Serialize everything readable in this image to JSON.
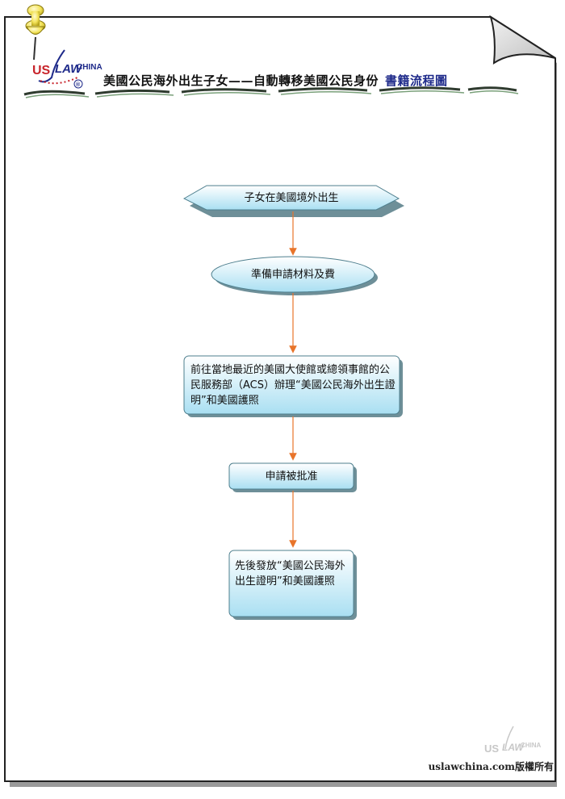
{
  "header": {
    "logo_us": "US",
    "logo_law": "LAW",
    "logo_china": "CHINA",
    "logo_reg": "®",
    "title": "美國公民海外出生子女——自動轉移美國公民身份",
    "title_accent": "書籍流程圖"
  },
  "flow": {
    "step1": "子女在美國境外出生",
    "step2": "準備申請材料及費",
    "step3": "前往當地最近的美國大使館或總領事館的公民服務部（ACS）辦理“美國公民海外出生證明”和美國護照",
    "step4": "申請被批准",
    "step5": "先後發放“美國公民海外出生證明”和美國護照"
  },
  "footer": {
    "copyright": "uslawchina.com版權所有",
    "watermark_us": "US",
    "watermark_law": "LAW",
    "watermark_china": "CHINA"
  },
  "colors": {
    "arrow": "#e8742a",
    "node_fill_light": "#ffffff",
    "node_fill_dark": "#a9dff2",
    "node_border": "#4e7f8e",
    "accent_text": "#1e2a8a"
  }
}
